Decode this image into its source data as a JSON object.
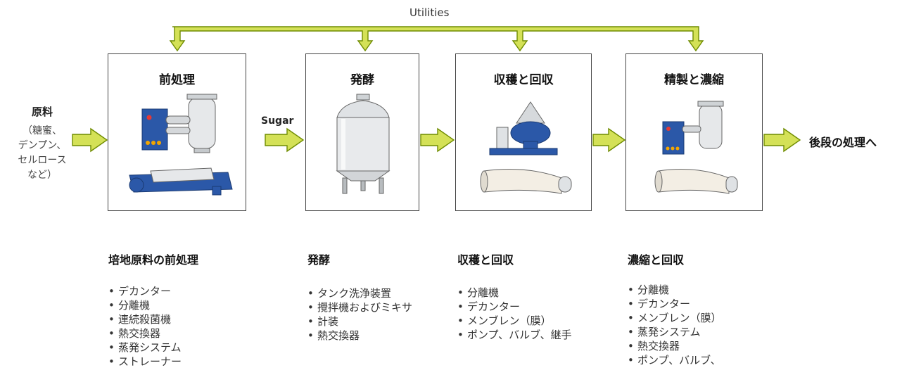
{
  "colors": {
    "arrow_fill": "#d4e157",
    "arrow_stroke": "#6f8c00",
    "equipment_blue": "#2b58a8",
    "box_border": "#444444"
  },
  "utilities_label": "Utilities",
  "input": {
    "title": "原料",
    "note_lines": [
      "（糖蜜、",
      "デンプン、",
      "セルロース",
      "など）"
    ]
  },
  "sugar_label": "Sugar",
  "output_label": "後段の処理へ",
  "stages": [
    {
      "title": "前処理",
      "equipment": [
        "evaporator-icon",
        "decanter-icon"
      ]
    },
    {
      "title": "発酵",
      "equipment": [
        "fermentation-tank-icon"
      ]
    },
    {
      "title": "収穫と回収",
      "equipment": [
        "separator-icon",
        "membrane-icon"
      ]
    },
    {
      "title": "精製と濃縮",
      "equipment": [
        "evaporator-icon",
        "membrane-icon"
      ]
    }
  ],
  "lists": [
    {
      "title": "培地原料の前処理",
      "items": [
        "デカンター",
        "分離機",
        "連続殺菌機",
        "熱交換器",
        "蒸発システム",
        "ストレーナー"
      ]
    },
    {
      "title": "発酵",
      "items": [
        "タンク洗浄装置",
        "攪拌機およびミキサ",
        "計装",
        "熱交換器"
      ]
    },
    {
      "title": "収穫と回収",
      "items": [
        "分離機",
        "デカンター",
        "メンブレン（膜）",
        "ポンプ、バルブ、継手"
      ]
    },
    {
      "title": "濃縮と回収",
      "items": [
        "分離機",
        "デカンター",
        "メンブレン（膜）",
        "蒸発システム",
        "熱交換器",
        "ポンプ、バルブ、"
      ]
    }
  ]
}
